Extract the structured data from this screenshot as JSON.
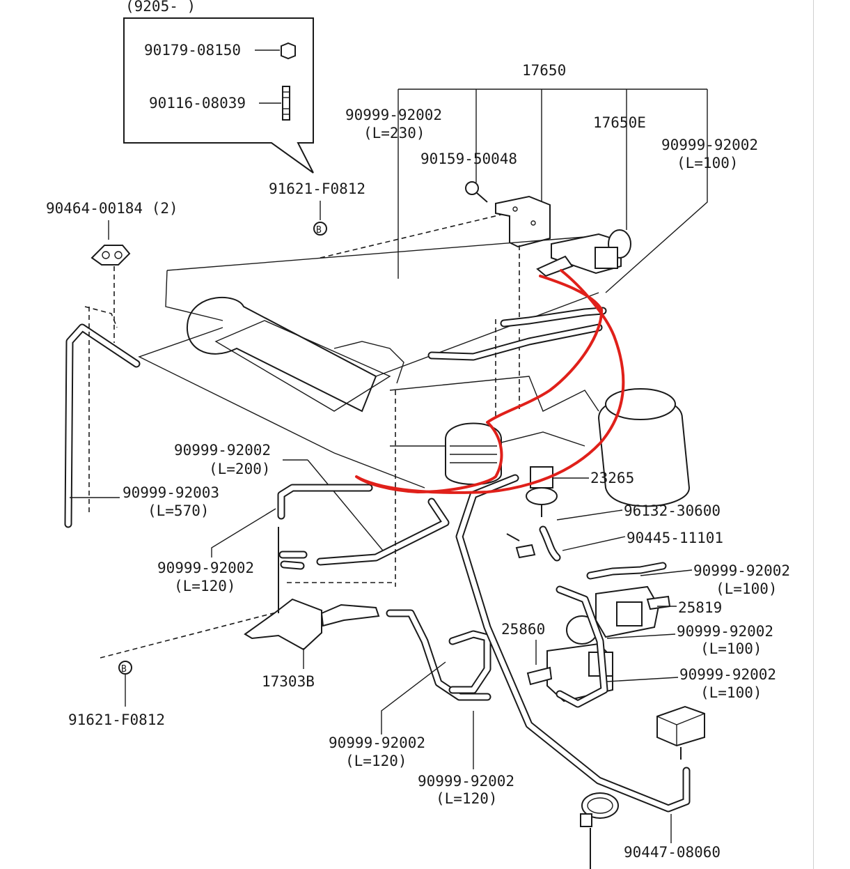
{
  "inset": {
    "date_note": "(9205-        )",
    "parts": [
      "90179-08150",
      "90116-08039"
    ]
  },
  "labels": {
    "p17650": "17650",
    "p17650E": "17650E",
    "p90999_230_num": "90999-92002",
    "p90999_230_len": "(L=230)",
    "p90159": "90159-50048",
    "p90999_100a_num": "90999-92002",
    "p90999_100a_len": "(L=100)",
    "p91621_top": "91621-F0812",
    "p90464": "90464-00184 (2)",
    "p90999_200_num": "90999-92002",
    "p90999_200_len": "(L=200)",
    "p90999_570_num": "90999-92003",
    "p90999_570_len": "(L=570)",
    "p23265": "23265",
    "p96132": "96132-30600",
    "p90445": "90445-11101",
    "p90999_100b_num": "90999-92002",
    "p90999_100b_len": "(L=100)",
    "p25819": "25819",
    "p90999_120a_num": "90999-92002",
    "p90999_120a_len": "(L=120)",
    "p25860": "25860",
    "p90999_100c_num": "90999-92002",
    "p90999_100c_len": "(L=100)",
    "p90999_100d_num": "90999-92002",
    "p90999_100d_len": "(L=100)",
    "p17303B": "17303B",
    "p91621_bottom": "91621-F0812",
    "p90999_120b_num": "90999-92002",
    "p90999_120b_len": "(L=120)",
    "p90999_120c_num": "90999-92002",
    "p90999_120c_len": "(L=120)",
    "p90447": "90447-08060",
    "bolt_symbol": "B"
  },
  "colors": {
    "line": "#1a1a1a",
    "annotation": "#e0201a",
    "background": "#ffffff"
  }
}
